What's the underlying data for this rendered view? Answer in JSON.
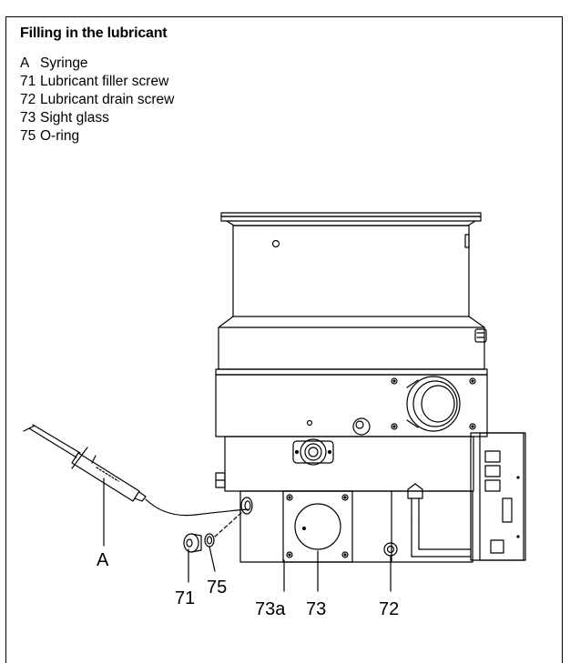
{
  "title": "Filling in the lubricant",
  "legend": [
    {
      "key": "A",
      "text": "Syringe"
    },
    {
      "key": "71",
      "text": "Lubricant filler screw"
    },
    {
      "key": "72",
      "text": "Lubricant drain screw"
    },
    {
      "key": "73",
      "text": "Sight glass"
    },
    {
      "key": "75",
      "text": "O-ring"
    }
  ],
  "callouts": {
    "a": "A",
    "c71": "71",
    "c75": "75",
    "c73a": "73a",
    "c73": "73",
    "c72": "72"
  }
}
